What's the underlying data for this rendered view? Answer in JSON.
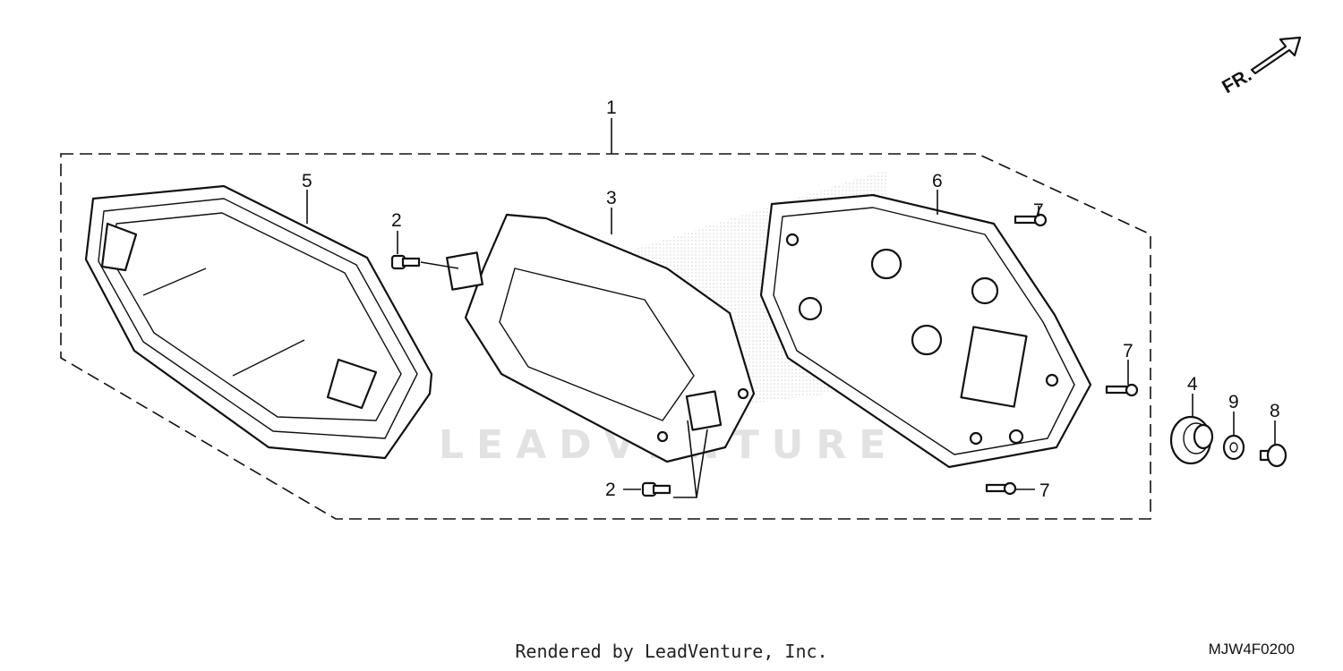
{
  "diagram": {
    "callouts": [
      "1",
      "2",
      "2",
      "3",
      "4",
      "5",
      "6",
      "7",
      "7",
      "7",
      "8",
      "9"
    ],
    "direction_label": "FR.",
    "watermark": "LEADVENTURE"
  },
  "footer": {
    "rendered_by": "Rendered by LeadVenture, Inc.",
    "diagram_code": "MJW4F0200"
  }
}
